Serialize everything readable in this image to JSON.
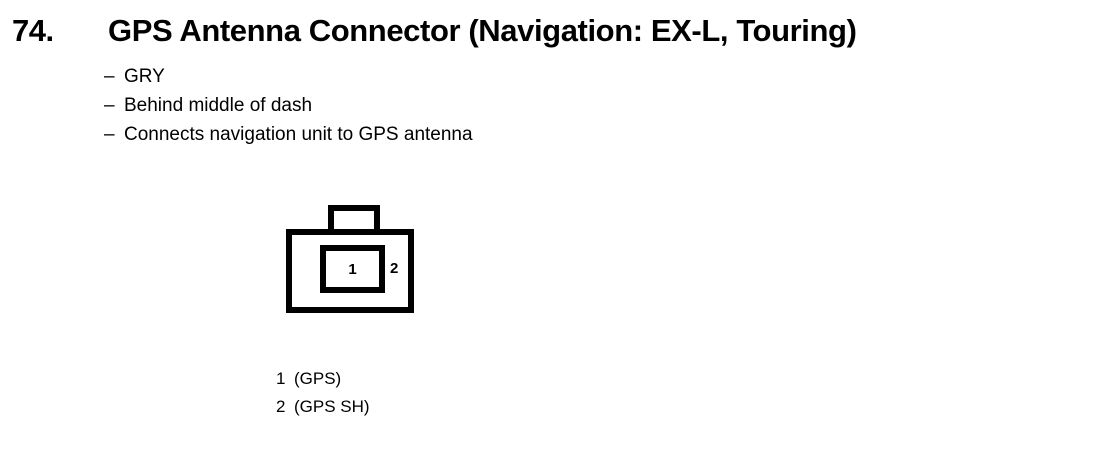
{
  "heading": {
    "number": "74.",
    "title": "GPS Antenna Connector (Navigation: EX-L, Touring)"
  },
  "bullets": [
    {
      "dash": "–",
      "text": "GRY"
    },
    {
      "dash": "–",
      "text": "Behind middle of dash"
    },
    {
      "dash": "–",
      "text": "Connects navigation unit to GPS antenna"
    }
  ],
  "connector": {
    "pin_1_label": "1",
    "pin_2_label": "2"
  },
  "pin_legend": [
    {
      "number": "1",
      "description": "(GPS)"
    },
    {
      "number": "2",
      "description": "(GPS SH)"
    }
  ],
  "colors": {
    "ink": "#000000",
    "background": "#ffffff"
  }
}
